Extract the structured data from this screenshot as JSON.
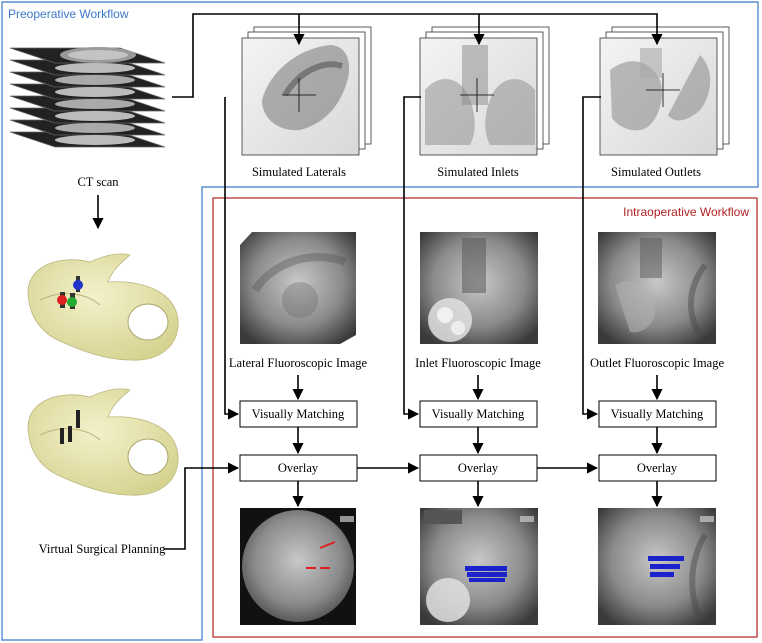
{
  "regions": {
    "preoperative": {
      "label": "Preoperative Workflow",
      "color": "#3a78c9"
    },
    "intraoperative": {
      "label": "Intraoperative Workflow",
      "color": "#b22222"
    }
  },
  "captions": {
    "ct_scan": "CT scan",
    "virtual_planning": "Virtual Surgical Planning",
    "sim_laterals": "Simulated Laterals",
    "sim_inlets": "Simulated Inlets",
    "sim_outlets": "Simulated Outlets",
    "lateral_fluoro": "Lateral Fluoroscopic Image",
    "inlet_fluoro": "Inlet Fluoroscopic Image",
    "outlet_fluoro": "Outlet Fluoroscopic Image"
  },
  "boxes": {
    "visually_matching": "Visually Matching",
    "overlay": "Overlay"
  },
  "colors": {
    "bone": "#e8e6b0",
    "screw_red": "#e02020",
    "screw_green": "#22aa33",
    "screw_blue": "#2233cc",
    "overlay_blue": "#1a22cc"
  }
}
